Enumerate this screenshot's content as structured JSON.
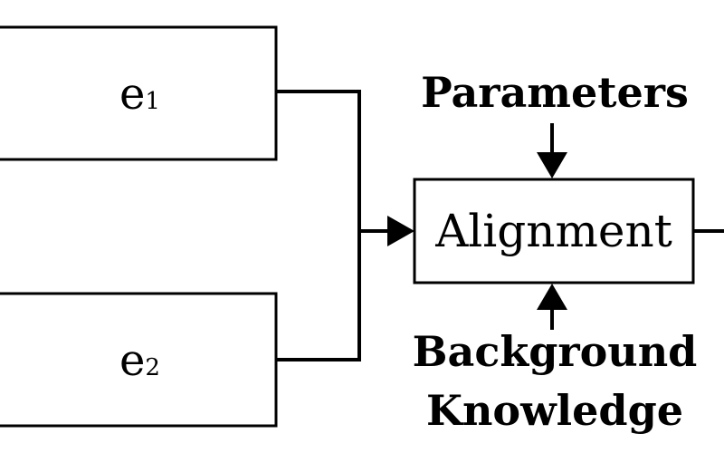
{
  "diagram": {
    "input_1": {
      "label": "e",
      "subscript": "1"
    },
    "input_2": {
      "label": "e",
      "subscript": "2"
    },
    "process": {
      "label": "Alignment"
    },
    "parameters": {
      "label": "Parameters"
    },
    "background_knowledge": {
      "line1": "Background",
      "line2": "Knowledge"
    }
  }
}
